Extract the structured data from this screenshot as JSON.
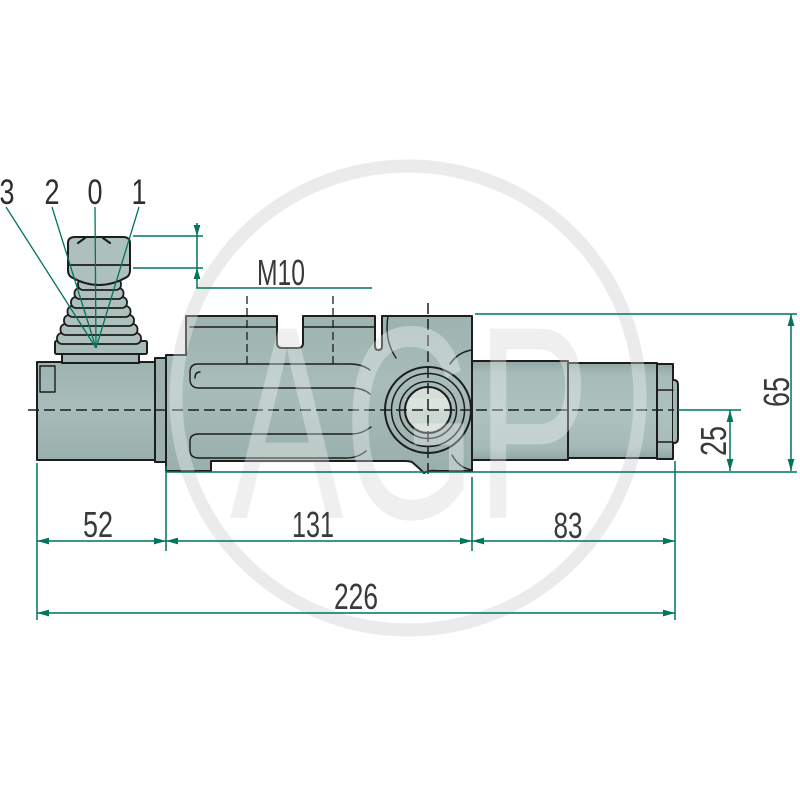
{
  "watermark": {
    "text": "AGP"
  },
  "lever_positions": {
    "labels": [
      "3",
      "2",
      "0",
      "1"
    ]
  },
  "thread": {
    "label": "M10"
  },
  "dimensions": {
    "lever_section_width": "52",
    "body_section_width": "131",
    "end_section_width": "83",
    "total_width": "226",
    "total_height": "65",
    "center_to_bottom": "25"
  },
  "colors": {
    "body_fill": "#a2b7b3",
    "outline": "#1d1d1d",
    "dimension_line": "#00745e",
    "dimension_text": "#3a3a3a",
    "watermark": "#e2e2e2",
    "background": "#ffffff"
  }
}
